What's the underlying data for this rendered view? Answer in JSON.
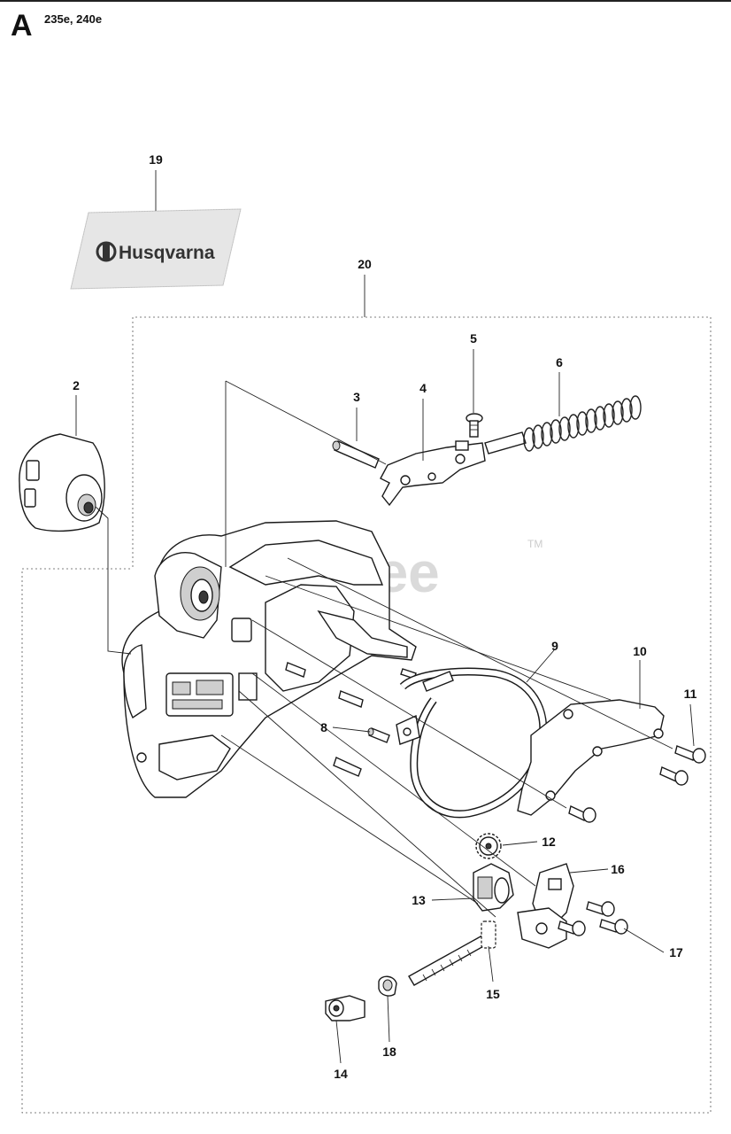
{
  "header": {
    "section_letter": "A",
    "models": "235e, 240e"
  },
  "watermark": {
    "text": "PartsTree",
    "tm": "TM"
  },
  "decal": {
    "brand_text": "Husqvarna"
  },
  "callouts": [
    {
      "id": "c19",
      "label": "19"
    },
    {
      "id": "c20",
      "label": "20"
    },
    {
      "id": "c2",
      "label": "2"
    },
    {
      "id": "c3",
      "label": "3"
    },
    {
      "id": "c4",
      "label": "4"
    },
    {
      "id": "c5",
      "label": "5"
    },
    {
      "id": "c6",
      "label": "6"
    },
    {
      "id": "c8",
      "label": "8"
    },
    {
      "id": "c9",
      "label": "9"
    },
    {
      "id": "c10",
      "label": "10"
    },
    {
      "id": "c11",
      "label": "11"
    },
    {
      "id": "c12",
      "label": "12"
    },
    {
      "id": "c13",
      "label": "13"
    },
    {
      "id": "c14",
      "label": "14"
    },
    {
      "id": "c15",
      "label": "15"
    },
    {
      "id": "c16",
      "label": "16"
    },
    {
      "id": "c17",
      "label": "17"
    },
    {
      "id": "c18",
      "label": "18"
    }
  ]
}
